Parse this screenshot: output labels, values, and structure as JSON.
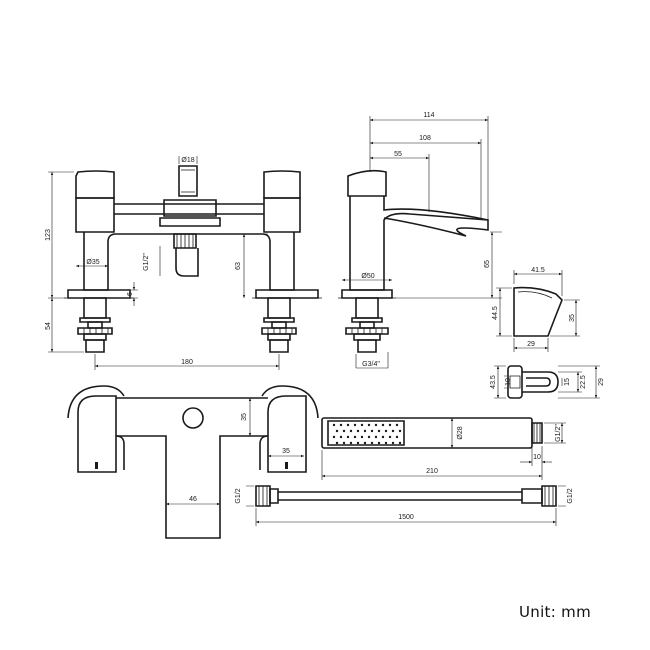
{
  "unit_label": "Unit: mm",
  "dimensions": {
    "bath_filler": {
      "height": "123",
      "handle_dia": "Ø18",
      "base_dia": "Ø35",
      "spout_outlet": "G1/2\"",
      "clearance": "63",
      "shank_length": "54",
      "flange": "6",
      "centres": "180"
    },
    "basin_mixer": {
      "reach_total": "114",
      "reach_spout": "108",
      "handle_length": "55",
      "base_dia": "Ø50",
      "height": "65",
      "shank_thread": "G3/4\""
    },
    "wall_bracket": {
      "width": "41.5",
      "height": "44.5",
      "depth": "35",
      "base": "29"
    },
    "hose_holder": {
      "length": "43.5",
      "ring": "10",
      "ring_inner": "15",
      "inner": "22.5",
      "outer": "29"
    },
    "shower_valve": {
      "height": "35",
      "offset": "35",
      "body_width": "46"
    },
    "hand_shower": {
      "diameter": "Ø28",
      "thread": "G1/2\"",
      "length": "210",
      "neck": "10"
    },
    "hose": {
      "thread_left": "G1/2",
      "thread_right": "G1/2",
      "length": "1500"
    }
  }
}
